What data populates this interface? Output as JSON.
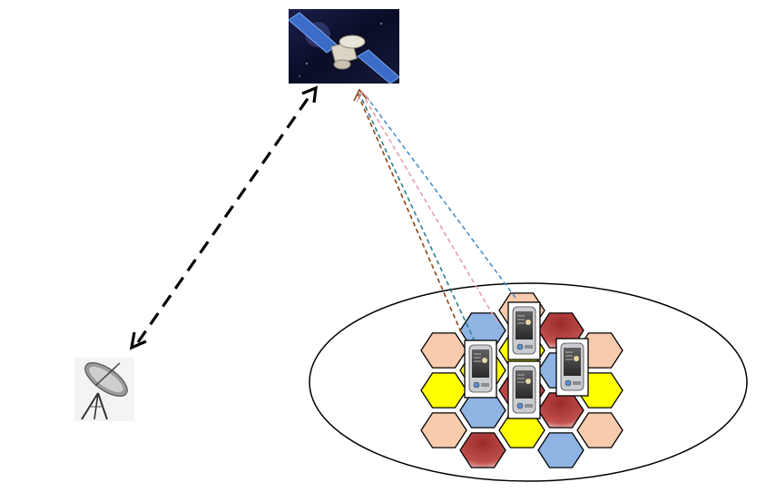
{
  "diagram": {
    "nodes": [
      {
        "id": "satellite",
        "icon": "satellite-icon"
      },
      {
        "id": "ground-station",
        "icon": "satellite-dish-icon"
      },
      {
        "id": "coverage-area",
        "icon": "ellipse-region"
      }
    ],
    "links": [
      {
        "from": "ground-station",
        "to": "satellite",
        "style": "dashed",
        "direction": "bidirectional",
        "color": "#000000"
      },
      {
        "from": "phone-1",
        "to": "satellite",
        "style": "dashed",
        "color": "#8B4513"
      },
      {
        "from": "phone-1",
        "to": "satellite",
        "style": "dashed",
        "color": "#2E7D8C"
      },
      {
        "from": "phone-2",
        "to": "satellite",
        "style": "dashed",
        "color": "#E3A0A8"
      },
      {
        "from": "phone-3",
        "to": "satellite",
        "style": "dashed",
        "color": "#4A8FC7"
      }
    ],
    "cells": {
      "count": 19,
      "colors": {
        "peach": "#F8CBAD",
        "blue": "#8EB4E3",
        "yellow": "#FFFF00",
        "red": "#C0504D"
      }
    },
    "user_devices": {
      "count": 4,
      "icon": "smartphone-icon"
    }
  }
}
